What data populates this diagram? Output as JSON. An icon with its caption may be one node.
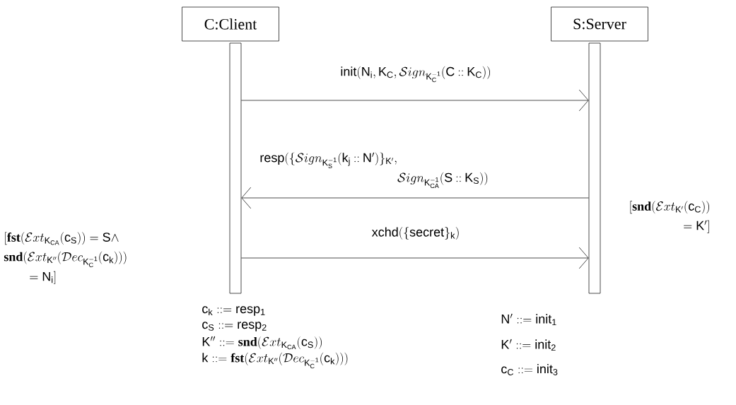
{
  "diagram": {
    "nodes": [
      {
        "text": [
          "C:Client"
        ]
      },
      {
        "text": [
          "S:Server"
        ]
      },
      {
        "text": [],
        "shape": "bar"
      },
      {
        "text": [],
        "shape": "bar"
      }
    ],
    "edges": [
      {
        "from": 2,
        "to": 3,
        "arrow": "to",
        "label": "\\mathsf{init}(\\mathsf{N_i}, \\mathsf{K_C}, \\mathcal{S}ign_{\\mathsf{K_C^{-1}}}(\\mathsf{C} \\mathbin{::} \\mathsf{K_C}))"
      },
      {
        "from": 3,
        "to": 2,
        "arrow": "to",
        "label": "\\begin{array}{@{}l@{}l@{}}\\mathsf{resp}\\big(\\{\\mathcal{S}ign_{\\mathsf{K_S^{-1}}}(\\mathsf{k_j} \\mathbin{::} \\mathsf{N'})\\}_{\\mathsf{K'}}, & \\\\ & \\mathcal{S}ign_{\\mathsf{K_{CA}^{-1}}}(\\mathsf{S} \\mathbin{::} \\mathsf{K_S})\\big)\\end{array}"
      },
      {
        "from": 2,
        "to": 3,
        "arrow": "to",
        "label": "\\mathsf{xchd}(\\{\\mathsf{secret}\\}_{\\mathsf{k}})"
      }
    ],
    "labels": [
      "\\begin{array}{@{}r@{}}[\\mathbf{snd}(\\mathcal{E}xt_{\\mathsf{K'}}(\\mathsf{c_C})) \\\\ {} = \\mathsf{K'}]\\end{array}",
      "\\begin{array}{@{}l@{}}[\\mathbf{fst}(\\mathcal{E}xt_{\\mathsf{K_{CA}}}(\\mathsf{c_S})) = \\mathsf{S} \\wedge \\\\ \\mathbf{snd}(\\mathcal{E}xt_{\\mathsf{K''}}(\\mathcal{D}ec_{\\mathsf{K_C^{-1}}}(\\mathsf{c_k}))) \\\\ \\qquad = \\mathsf{N_i}]\\end{array}",
      "\\mathsf{c_k} \\mathrel{::=} \\mathsf{resp_1}",
      "\\mathsf{c_S} \\mathrel{::=} \\mathsf{resp_2}",
      "\\mathsf{K''} \\mathrel{::=} \\mathbf{snd}(\\mathcal{E}xt_{\\mathsf{K_{CA}}}(\\mathsf{c_S}))",
      "\\mathsf{k} \\mathrel{::=} \\mathbf{fst}(\\mathcal{E}xt_{\\mathsf{K''}}(\\mathcal{D}ec_{\\mathsf{K_C^{-1}}}(\\mathsf{c_k})))",
      "\\mathsf{N'} \\mathrel{::=} \\mathsf{init_1}",
      "\\mathsf{K'} \\mathrel{::=} \\mathsf{init_2}",
      "\\mathsf{c_C} \\mathrel{::=} \\mathsf{init_3}"
    ]
  }
}
